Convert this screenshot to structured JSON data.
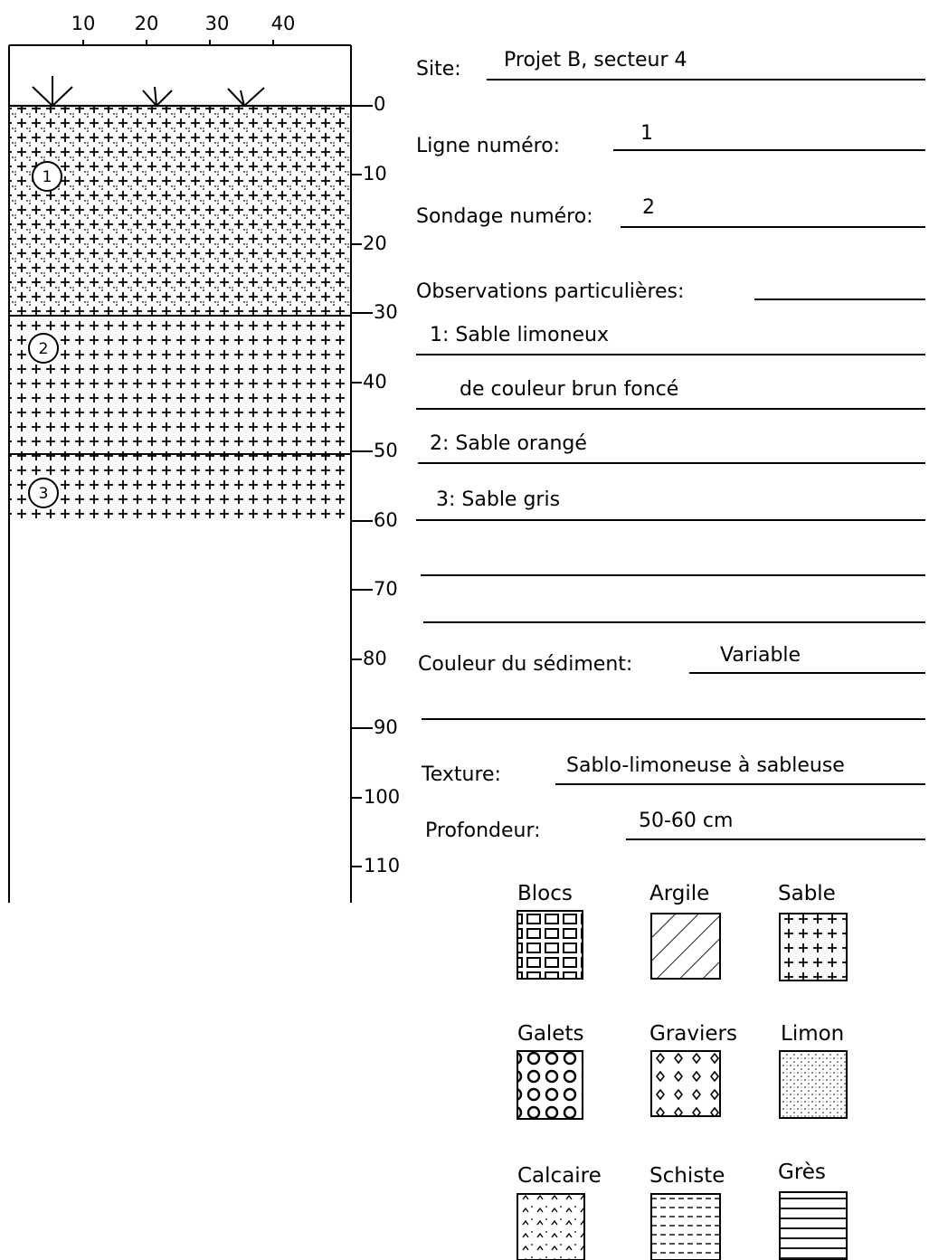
{
  "profile": {
    "top_axis_ticks": [
      "10",
      "20",
      "30",
      "40"
    ],
    "depth_ticks": [
      "0",
      "10",
      "20",
      "30",
      "40",
      "50",
      "60",
      "70",
      "80",
      "90",
      "100",
      "110"
    ],
    "layers": [
      {
        "number": "1",
        "from": 0,
        "to": 30,
        "pattern": "sable-limon"
      },
      {
        "number": "2",
        "from": 30,
        "to": 50,
        "pattern": "sable"
      },
      {
        "number": "3",
        "from": 50,
        "to": 60,
        "pattern": "sable"
      }
    ]
  },
  "form": {
    "site_label": "Site:",
    "site_value": "Projet B, secteur 4",
    "ligne_label": "Ligne numéro:",
    "ligne_value": "1",
    "sondage_label": "Sondage numéro:",
    "sondage_value": "2",
    "observations_label": "Observations particulières:",
    "observations": [
      "1:  Sable limoneux",
      "de couleur brun foncé",
      "2: Sable orangé",
      "3: Sable gris"
    ],
    "couleur_label": "Couleur du sédiment:",
    "couleur_value": "Variable",
    "texture_label": "Texture:",
    "texture_value": "Sablo-limoneuse à sableuse",
    "profondeur_label": "Profondeur:",
    "profondeur_value": "50-60 cm"
  },
  "legend": [
    {
      "label": "Blocs",
      "pattern": "blocs"
    },
    {
      "label": "Argile",
      "pattern": "argile"
    },
    {
      "label": "Sable",
      "pattern": "sable"
    },
    {
      "label": "Galets",
      "pattern": "galets"
    },
    {
      "label": "Graviers",
      "pattern": "graviers"
    },
    {
      "label": "Limon",
      "pattern": "limon"
    },
    {
      "label": "Calcaire",
      "pattern": "calcaire"
    },
    {
      "label": "Schiste",
      "pattern": "schiste"
    },
    {
      "label": "Grès",
      "pattern": "gres"
    }
  ]
}
